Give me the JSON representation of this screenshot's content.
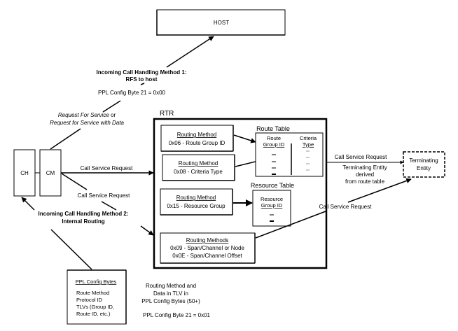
{
  "host": {
    "label": "HOST"
  },
  "method1": {
    "title_line1": "Incoming Call Handling Method 1:",
    "title_line2": "RFS to host",
    "config": "PPL Config Byte 21 = 0x00",
    "request_italic1": "Request For Service",
    "request_or": " or",
    "request_line2": "Request for Service with Data"
  },
  "ch": {
    "label": "CH"
  },
  "cm": {
    "label": "CM"
  },
  "rtr": {
    "label": "RTR"
  },
  "arrows": {
    "call_service_request_1": "Call Service Request",
    "call_service_request_2": "Call Service Request",
    "call_service_request_3": "Call Service Request",
    "call_service_request_4": "Call Service Request",
    "terminating_note_line1": "Terminating Entity",
    "terminating_note_line2": "derived",
    "terminating_note_line3": "from route table"
  },
  "method2": {
    "title_line1": "Incoming Call Handling Method 2:",
    "title_line2": "Internal Routing"
  },
  "routing_boxes": [
    {
      "title": "Routing Method",
      "lines": [
        "0x06 - Route Group ID"
      ]
    },
    {
      "title": "Routing Method",
      "lines": [
        "0x08 - Criteria Type"
      ]
    },
    {
      "title": "Routing Method",
      "lines": [
        "0x15 - Resource Group"
      ]
    },
    {
      "title": "Routing Methods",
      "lines": [
        "0x09 - Span/Channel or Node",
        "0x0E - Span/Channel Offset"
      ]
    }
  ],
  "route_table": {
    "title": "Route Table",
    "col1_line1": "Route",
    "col1_line2": "Group ID",
    "col2_line1": "Criteria",
    "col2_line2": "Type"
  },
  "resource_table": {
    "title": "Resource Table",
    "col_line1": "Resource",
    "col_line2": "Group ID"
  },
  "terminating_entity": {
    "line1": "Terminating",
    "line2": "Entity"
  },
  "ppl_config": {
    "title": "PPL Config Bytes",
    "lines": [
      "Route Method",
      "Protocol ID",
      "TLVs (Group ID,",
      "Route ID, etc.)"
    ]
  },
  "tlv_note": {
    "line1": "Routing Method and",
    "line2": "Data in TLV in",
    "line3": "PPL Config Bytes (50+)",
    "config": "PPL Config Byte 21 = 0x01"
  }
}
